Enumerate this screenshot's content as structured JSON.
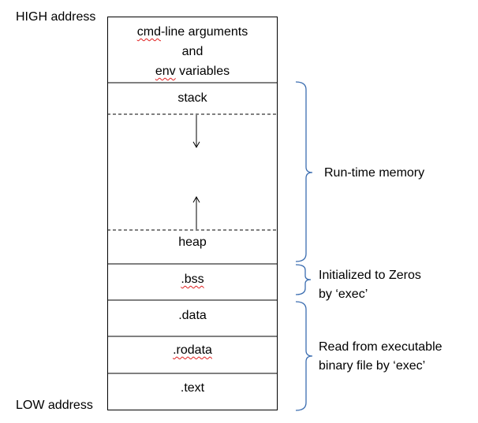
{
  "labels": {
    "high_address": "HIGH address",
    "low_address": "LOW address"
  },
  "segments": {
    "cmd_line_1_a": "cmd",
    "cmd_line_1_b": "-line arguments",
    "cmd_line_2": "and",
    "cmd_line_3_a": "env",
    "cmd_line_3_b": " variables",
    "stack": "stack",
    "heap": "heap",
    "bss": ".bss",
    "data": ".data",
    "rodata": ".rodata",
    "text": ".text"
  },
  "annotations": {
    "runtime": "Run-time memory",
    "bss_line1": "Initialized to Zeros",
    "bss_line2": "by ‘exec’",
    "exec_line1": "Read from executable",
    "exec_line2": "binary file by ‘exec’"
  },
  "colors": {
    "bracket": "#3b6db0",
    "spellcheck": "#e02020"
  }
}
